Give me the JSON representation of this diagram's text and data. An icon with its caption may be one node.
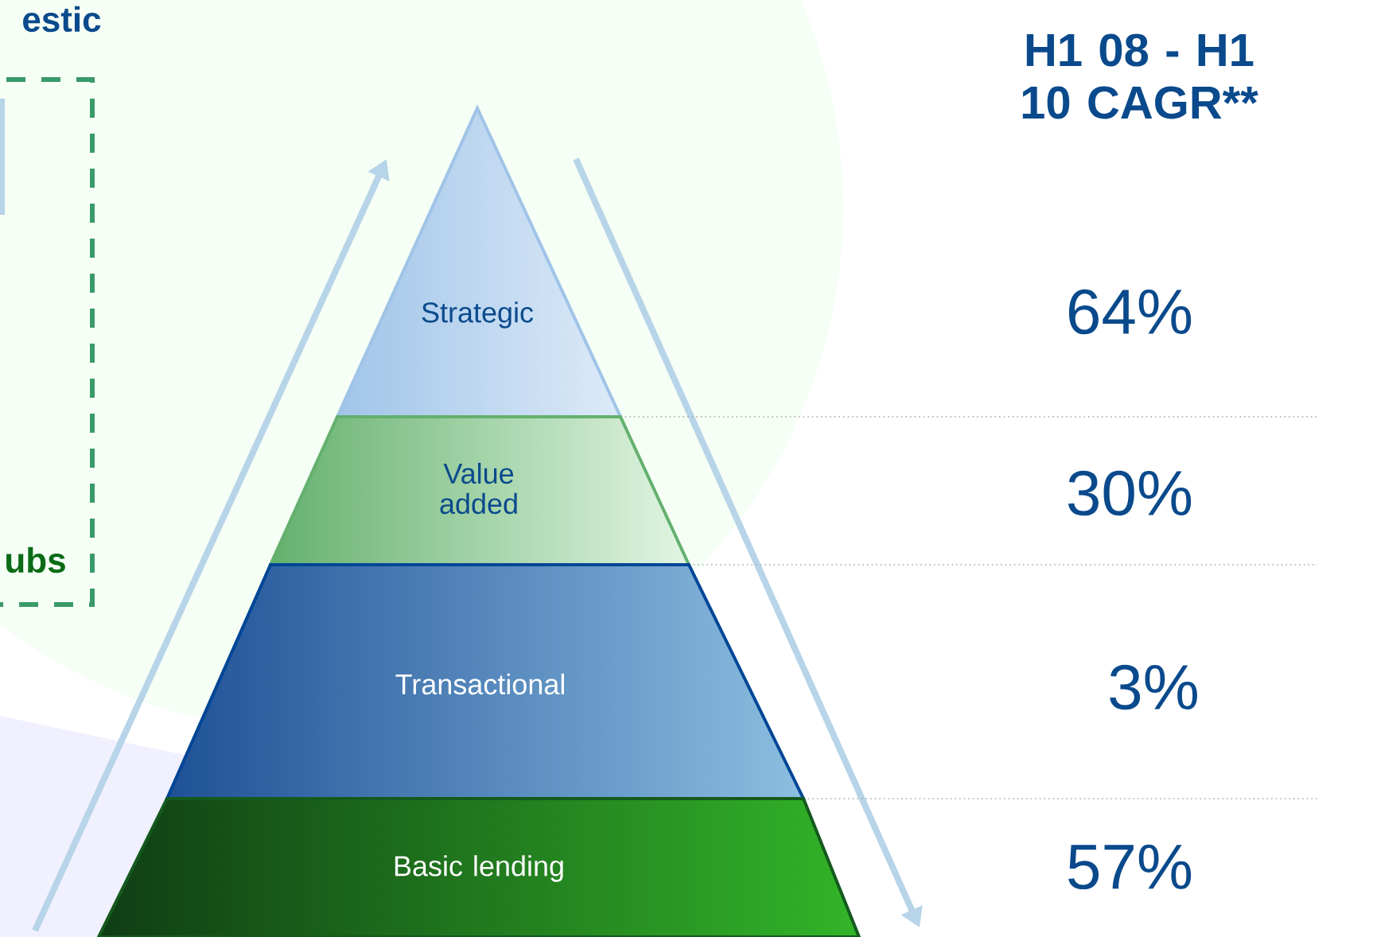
{
  "diagram": {
    "nodes": [
      {
        "text": [
          "ubs"
        ]
      },
      {
        "text": [
          "Strategic"
        ]
      },
      {
        "text": [
          "Value added"
        ]
      },
      {
        "text": [
          "Transactional"
        ]
      },
      {
        "text": [
          "Basic lending"
        ]
      }
    ],
    "labels": [
      "estic",
      "H1 08 - H1 10 CAGR**",
      "64%",
      "30%",
      "3%",
      "57%"
    ]
  }
}
